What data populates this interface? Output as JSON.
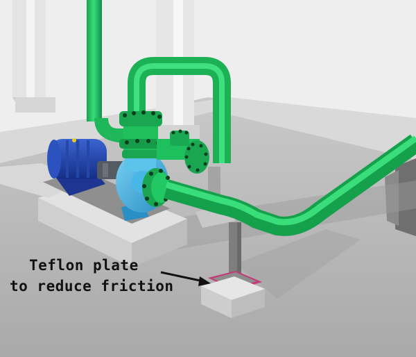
{
  "annotation": {
    "line1": "Teflon plate",
    "line2": "to reduce friction"
  },
  "colors": {
    "pipe": "#1fc85f",
    "pipe_dark": "#12994a",
    "pump_casing": "#3aaee0",
    "motor": "#1a3fa6",
    "teflon_plate": "#c43a78",
    "concrete": "#d4d4d4",
    "floor": "#bdbdbd",
    "wall": "#ececec",
    "arrow": "#111111"
  },
  "icons": {
    "arrow": "arrow-right-down",
    "bolts": "flange-bolt-dots"
  }
}
